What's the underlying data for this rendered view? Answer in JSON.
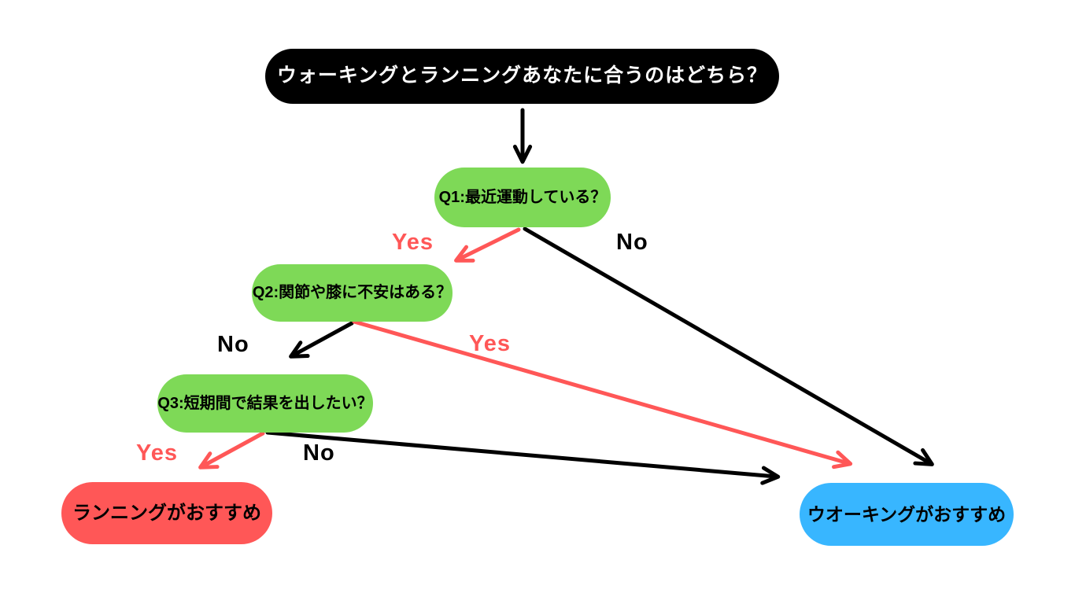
{
  "palette": {
    "question_green": "#7ED957",
    "accent_red": "#FF5757",
    "accent_blue": "#38B6FF",
    "title_black": "#000000"
  },
  "title": {
    "text": "ウォーキングとランニングあなたに合うのはどちら？"
  },
  "questions": {
    "q1": {
      "text": "Q1:最近運動している？"
    },
    "q2": {
      "text": "Q2:関節や膝に不安はある？"
    },
    "q3": {
      "text": "Q3:短期間で結果を出したい？"
    }
  },
  "results": {
    "running": {
      "text": "ランニングがおすすめ"
    },
    "walking": {
      "text": "ウオーキングがおすすめ"
    }
  },
  "edges": {
    "q1_yes": {
      "label": "Yes"
    },
    "q1_no": {
      "label": "No"
    },
    "q2_no": {
      "label": "No"
    },
    "q2_yes": {
      "label": "Yes"
    },
    "q3_yes": {
      "label": "Yes"
    },
    "q3_no": {
      "label": "No"
    }
  }
}
